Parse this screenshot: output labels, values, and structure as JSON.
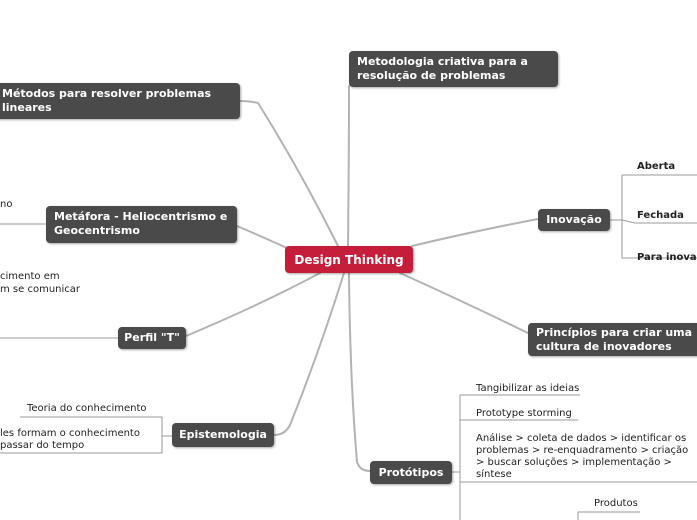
{
  "root": {
    "label": "Design Thinking"
  },
  "branches": {
    "metodologia": "Metodologia criativa para a resolução de problemas",
    "metodos": "Métodos para resolver problemas lineares",
    "metafora": "Metáfora - Heliocentrismo e Geocentrismo",
    "metafora_child": "no",
    "perfil": "Perfil \"T\"",
    "perfil_child_1": "cimento em",
    "perfil_child_2": "m se comunicar",
    "epistemologia": "Epistemologia",
    "episte_child_1": "Teoria do conhecimento",
    "episte_child_2a": "les formam o conhecimento",
    "episte_child_2b": "passar do tempo",
    "inovacao": "Inovação",
    "inov_aberta": "Aberta",
    "inov_fechada": "Fechada",
    "inov_para": "Para inova",
    "principios": "Princípios para criar uma cultura de inovadores",
    "prototipos": "Protótipos",
    "proto_1": "Tangibilizar as ideias",
    "proto_2": "Prototype storming",
    "proto_3a": "Análise > coleta de dados > identificar os",
    "proto_3b": "problemas > re-enquadramento > criação",
    "proto_3c": "> buscar soluções > implementação >",
    "proto_3d": "síntese",
    "proto_4": "Produtos"
  }
}
